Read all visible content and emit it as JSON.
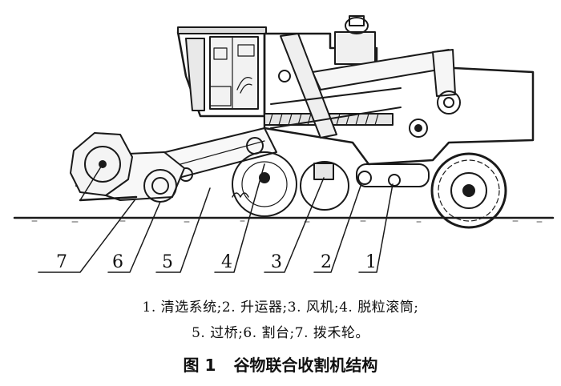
{
  "labels": [
    "1",
    "2",
    "3",
    "4",
    "5",
    "6",
    "7"
  ],
  "legend": {
    "line1": "1. 清选系统;2. 升运器;3. 风机;4. 脱粒滚筒;",
    "line2": "5. 过桥;6. 割台;7. 拨禾轮。"
  },
  "caption": {
    "figure_no": "图 1",
    "title": "谷物联合收割机结构"
  }
}
